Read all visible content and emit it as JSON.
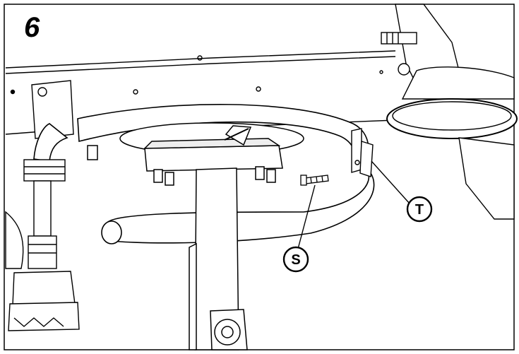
{
  "step": {
    "number": "6"
  },
  "callouts": [
    {
      "id": "T",
      "label": "T",
      "part": "tube-clamp"
    },
    {
      "id": "S",
      "label": "S",
      "part": "screw"
    }
  ],
  "colors": {
    "line": "#000000",
    "background": "#ffffff",
    "shade": "#d9d9d9"
  }
}
